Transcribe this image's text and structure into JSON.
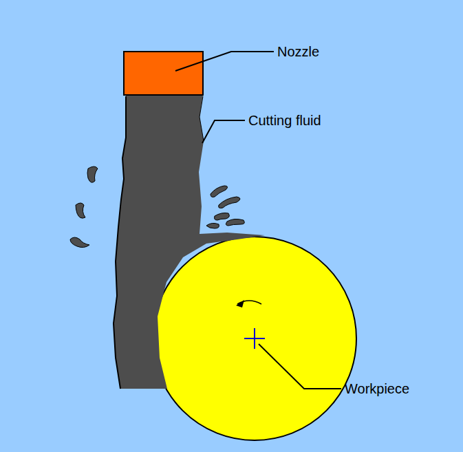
{
  "diagram": {
    "labels": [
      "Nozzle",
      "Cutting fluid",
      "Workpiece"
    ]
  }
}
